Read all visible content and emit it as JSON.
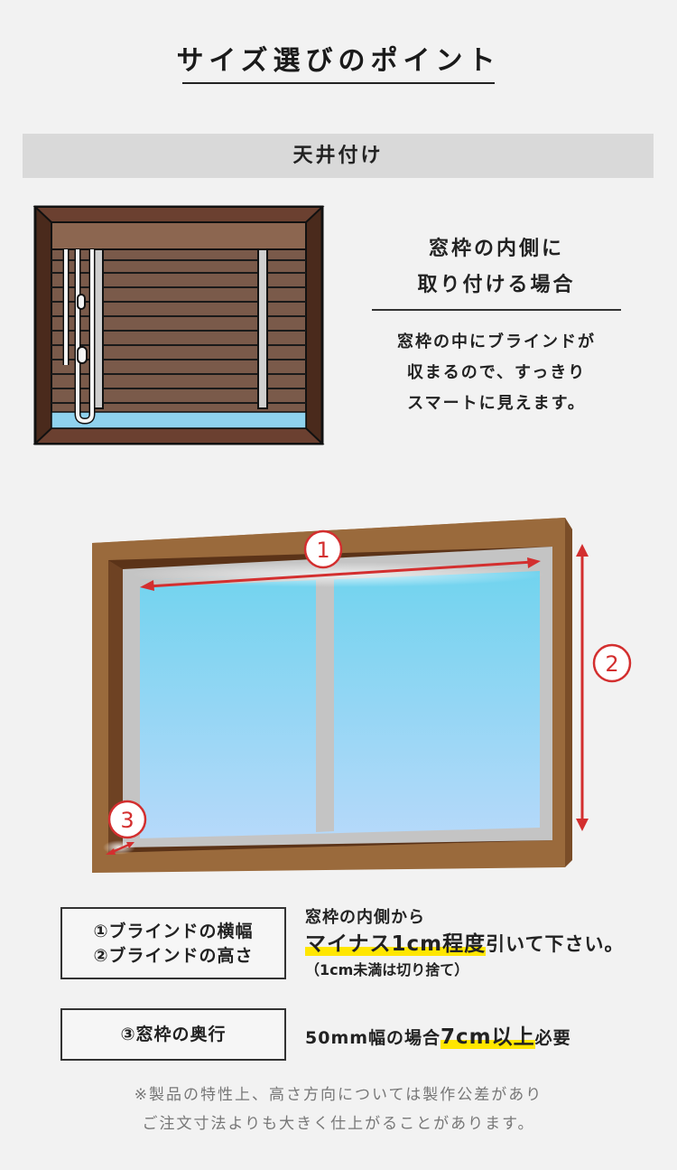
{
  "page": {
    "title": "サイズ選びのポイント",
    "section": "天井付け"
  },
  "case": {
    "title_line1": "窓枠の内側に",
    "title_line2": "取り付ける場合",
    "desc_line1": "窓枠の中にブラインドが",
    "desc_line2": "収まるので、すっきり",
    "desc_line3": "スマートに見えます。"
  },
  "diagram": {
    "marker1": "1",
    "marker2": "2",
    "marker3": "3"
  },
  "measure": {
    "label1_line1": "①ブラインドの横幅",
    "label1_line2": "②ブラインドの高さ",
    "spec1_line1": "窓枠の内側から",
    "spec1_highlight": "マイナス1cm程度",
    "spec1_rest": "引いて下さい。",
    "spec1_line3": "（1cm未満は切り捨て）",
    "label2": "③窓枠の奥行",
    "spec2_prefix": "50mm幅の場合",
    "spec2_highlight": "7cm以上",
    "spec2_suffix": "必要"
  },
  "note": {
    "line1": "※製品の特性上、高さ方向については製作公差があり",
    "line2": "ご注文寸法よりも大きく仕上がることがあります。"
  },
  "colors": {
    "frame_dark": "#5a3320",
    "frame_wood": "#9a6a3c",
    "glass": "#8fd4f0",
    "marker_red": "#d32f2f",
    "highlight": "#ffe600"
  }
}
